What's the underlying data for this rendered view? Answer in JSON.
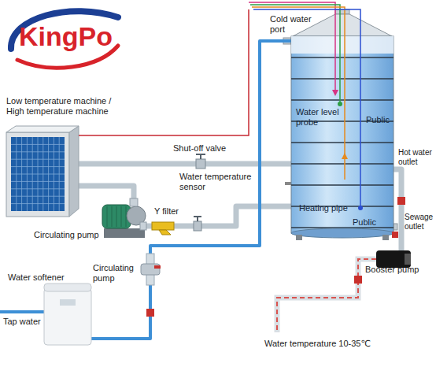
{
  "diagram": {
    "nodes": [
      {
        "text": [
          "Low temperature machine / High temperature machine"
        ]
      },
      {
        "text": [
          "Water level probe",
          "Public",
          "Heating pipe",
          "Public"
        ]
      },
      {
        "text": [
          "Circulating pump"
        ]
      },
      {
        "text": [
          "Y filter"
        ]
      },
      {
        "text": [
          "Water softener"
        ]
      },
      {
        "text": [
          "Circulating pump"
        ]
      },
      {
        "text": [
          "Booster pump"
        ]
      }
    ],
    "edges": [
      {
        "from": 0,
        "to": 1,
        "arrow": "none"
      },
      {
        "from": 0,
        "to": 2,
        "arrow": "none"
      },
      {
        "from": 2,
        "to": 3,
        "arrow": "none"
      },
      {
        "from": 3,
        "to": 1,
        "arrow": "none"
      },
      {
        "from": 4,
        "to": 5,
        "arrow": "none"
      },
      {
        "from": 5,
        "to": 1,
        "arrow": "none"
      },
      {
        "from": 1,
        "to": 6,
        "arrow": "none"
      }
    ],
    "labels": [
      "KingPo",
      "Cold water port",
      "Shut-off valve",
      "Water temperature sensor",
      "Hot water outlet",
      "Sewage outlet",
      "Water temperature 10-35℃",
      "Tap water"
    ]
  }
}
